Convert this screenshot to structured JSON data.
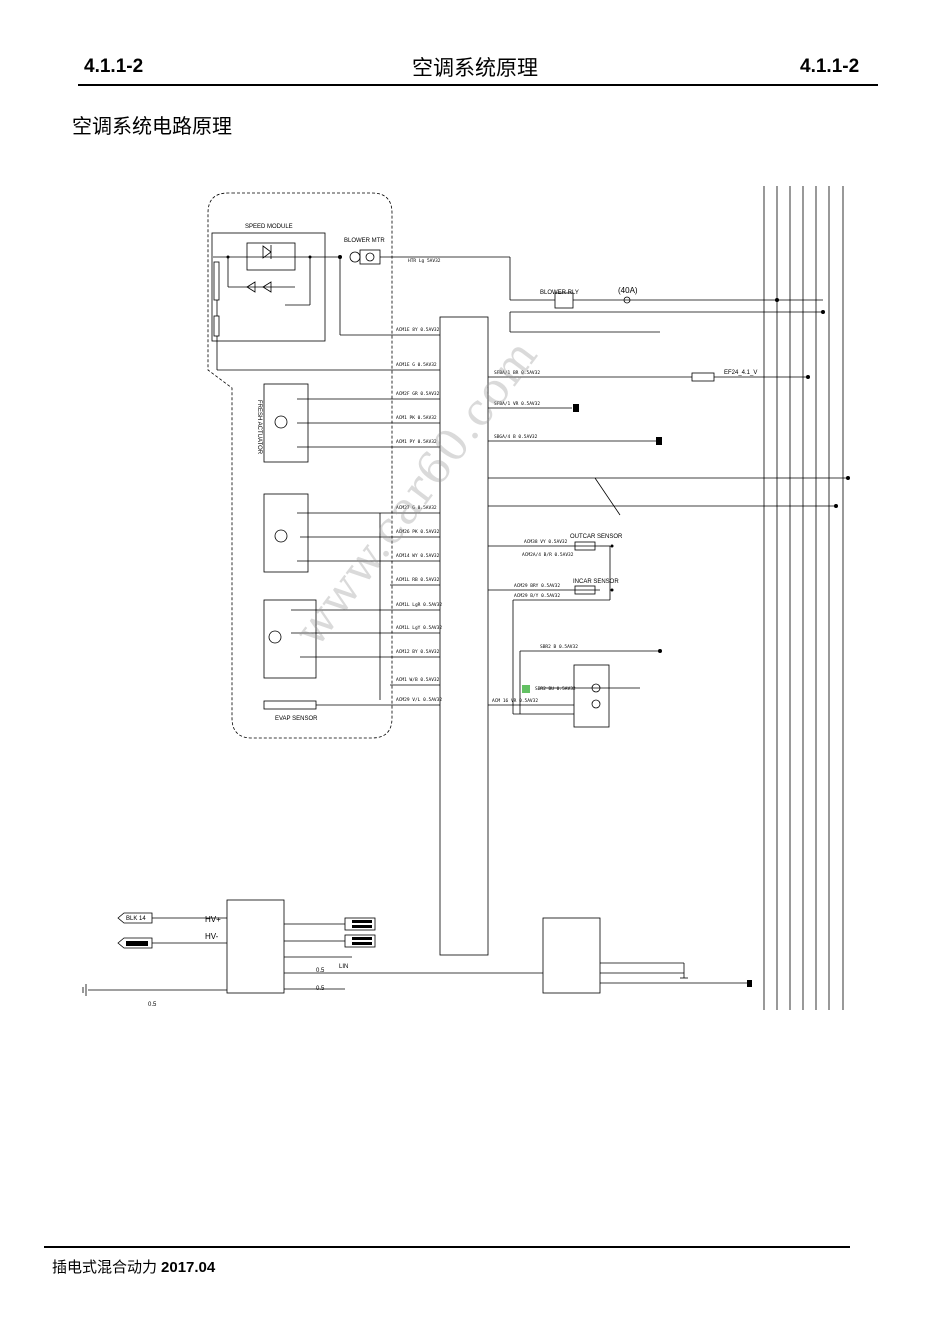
{
  "header": {
    "page_number": "4.1.1-2",
    "title": "空调系统原理"
  },
  "subtitle": "空调系统电路原理",
  "footer": {
    "text": "插电式混合动力",
    "year": "2017.04"
  },
  "watermark": "www.car60.com",
  "module": {
    "speed_module": "SPEED MODULE",
    "blower_motor": "BLOWER MTR",
    "fresh_actuator": "FRESH ACTUATOR",
    "evap_sensor": "EVAP SENSOR"
  },
  "relay": {
    "blower_relay": "BLOWER RLY",
    "fuse_amp": "(40A)"
  },
  "sensors": {
    "outcar": "OUTCAR SENSOR",
    "incar": "INCAR SENSOR"
  },
  "labels": {
    "wire_htr": "HTR Lg 5AV32",
    "wire_fuse": "EF24_4.1_V",
    "hvac_left_note": "0.5",
    "bottom_left": "0.5",
    "lin": "LIN",
    "pins_right_lower": [
      "0.5",
      "0.5"
    ],
    "connector_hv_plus": "HV+",
    "connector_hv_minus": "HV-",
    "tag_box_1": "BLK 14"
  },
  "wires_left": [
    "ACM1E 8Y 0.5AV32",
    "ACM1E G 0.5AV32",
    "ACM2F GR 0.5AV32",
    "ACM1 PK 0.5AV32",
    "ACM1 PY 0.5AV32",
    "ACM27 G 0.5AV32",
    "ACM26 PK 0.5AV32",
    "ACM14 WY 0.5AV32",
    "ACM1L RB 0.5AV32",
    "ACM1L LgR 0.5AV32",
    "ACM1L LgY 0.5AV32",
    "ACM12 BY 0.5AV32",
    "ACM1 W/B 0.5AV32",
    "ACM29 V/L 0.5AV32"
  ],
  "wires_right": [
    "SFBA/1 BR 0.5AV32",
    "SFBA/1 VR 0.5AV32",
    "SBGA/4 B 0.5AV32",
    "ACM38 VY 0.5AV32",
    "ACM2A/4 B/R 0.5AV32",
    "ACM29 BRY 0.5AV32",
    "ACM29 B/Y 0.5AV32",
    "SBR2 B 0.5AV32",
    "SBR2 BU 0.5AV32",
    "ACM 16 VR 0.5AV32"
  ]
}
